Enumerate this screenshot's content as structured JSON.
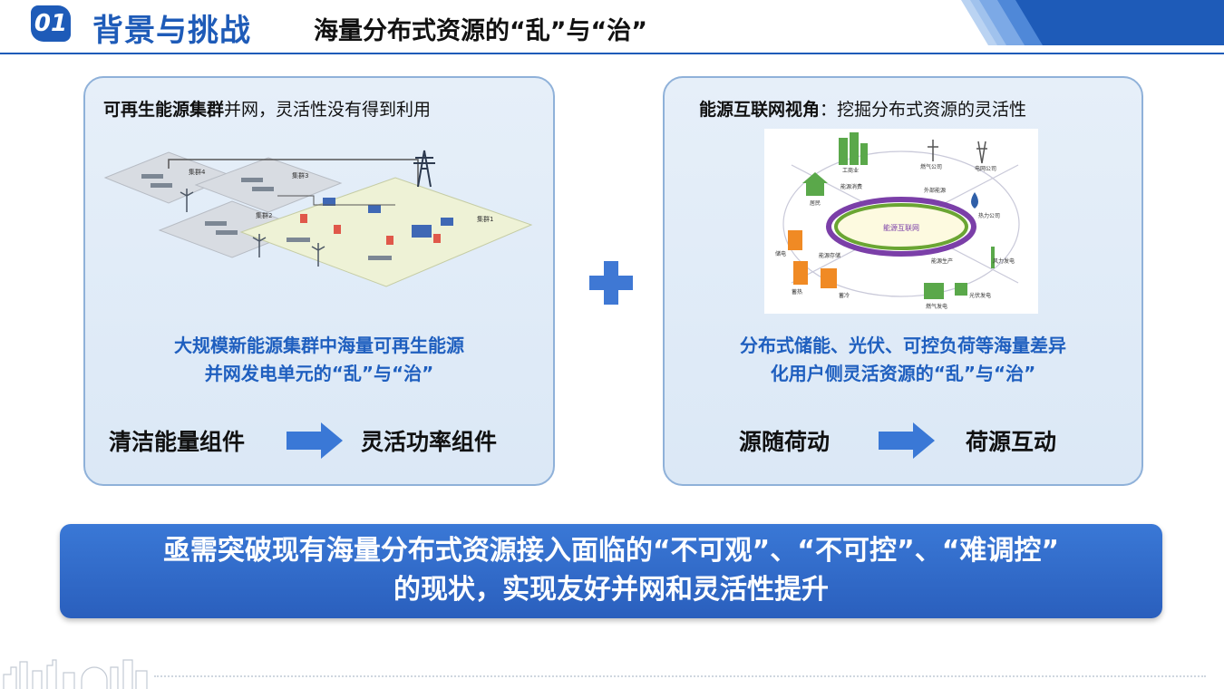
{
  "header": {
    "number": "01",
    "title": "背景与挑战",
    "subtitle": "海量分布式资源的“乱”与“治”"
  },
  "left_panel": {
    "heading_bold": "可再生能源集群",
    "heading_rest": "并网，灵活性没有得到利用",
    "figure_labels": [
      "集群4",
      "集群3",
      "集群2",
      "集群1"
    ],
    "desc_line1": "大规模新能源集群中海量可再生能源",
    "desc_line2": "并网发电单元的“乱”与“治”",
    "flow_from": "清洁能量组件",
    "flow_to": "灵活功率组件"
  },
  "right_panel": {
    "heading_bold": "能源互联网视角",
    "heading_rest": "：挖掘分布式资源的灵活性",
    "figure_labels": {
      "center": "能源互联网",
      "industry": "工商业",
      "home": "居民",
      "energy_consume": "能源消费",
      "gas_company": "燃气公司",
      "grid_company": "电网公司",
      "outside_energy": "外部能源",
      "heat_company": "热力公司",
      "storage_elec": "储电",
      "energy_storage": "能源存储",
      "energy_produce": "能源生产",
      "wind_power": "风力发电",
      "heat_storage": "蓄热",
      "cold_storage": "蓄冷",
      "gas_power": "燃气发电",
      "pv_power": "光伏发电"
    },
    "desc_line1": "分布式储能、光伏、可控负荷等海量差异",
    "desc_line2": "化用户侧灵活资源的“乱”与“治”",
    "flow_from": "源随荷动",
    "flow_to": "荷源互动"
  },
  "banner": {
    "line1": "亟需突破现有海量分布式资源接入面临的“不可观”、“不可控”、“难调控”",
    "line2": "的现状，实现友好并网和灵活性提升"
  },
  "colors": {
    "primary": "#1e5bb8",
    "accent_text": "#1f5fbf",
    "panel_border": "#8fb1d9",
    "arrow": "#3a78d6"
  }
}
